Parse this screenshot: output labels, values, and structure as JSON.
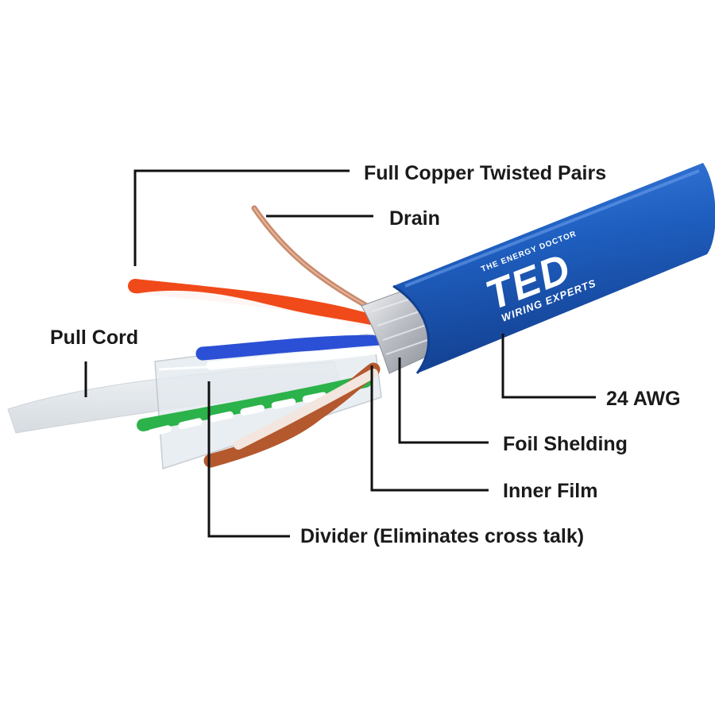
{
  "diagram": {
    "labels": {
      "copper_pairs": "Full Copper Twisted Pairs",
      "drain": "Drain",
      "pull_cord": "Pull Cord",
      "awg": "24 AWG",
      "foil": "Foil Shelding",
      "inner_film": "Inner Film",
      "divider": "Divider (Eliminates cross talk)"
    },
    "logo": {
      "brand": "TED",
      "tagline_top": "THE ENERGY DOCTOR",
      "tagline_bottom": "WIRING EXPERTS"
    },
    "colors": {
      "jacket": "#1f5fc0",
      "jacket_dark": "#123f8f",
      "foil": "#c9ccd2",
      "orange_wire": "#f04a1a",
      "blue_wire": "#2b50d6",
      "green_wire": "#2bb24a",
      "brown_wire": "#b4582e",
      "drain_wire": "#c98a6c",
      "leader_line": "#111111"
    }
  }
}
